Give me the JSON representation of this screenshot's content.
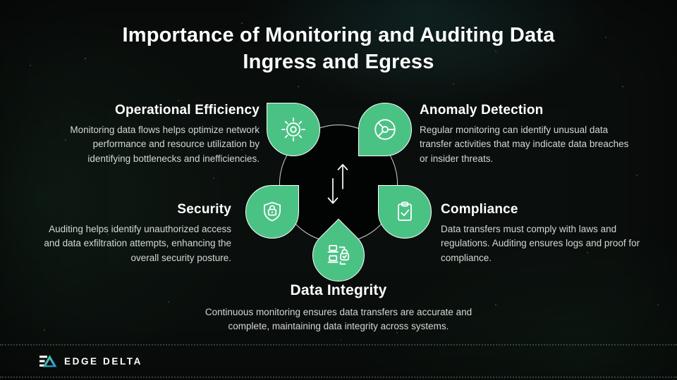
{
  "title": {
    "full": "Importance of Monitoring and Auditing Data Ingress and Egress",
    "lines": [
      "Importance of Monitoring and Auditing Data",
      "Ingress and Egress"
    ]
  },
  "sections": [
    {
      "id": "operational-efficiency",
      "heading": "Operational Efficiency",
      "icon": "gear-sun-icon",
      "body": "Monitoring data flows helps optimize network performance and resource utilization by identifying bottlenecks and inefficiencies."
    },
    {
      "id": "anomaly-detection",
      "heading": "Anomaly Detection",
      "icon": "radar-wheel-icon",
      "body": "Regular monitoring can identify unusual data transfer activities that may indicate data breaches or insider threats."
    },
    {
      "id": "security",
      "heading": "Security",
      "icon": "shield-lock-icon",
      "body": "Auditing helps identify unauthorized access and data exfiltration attempts, enhancing the overall security posture."
    },
    {
      "id": "compliance",
      "heading": "Compliance",
      "icon": "clipboard-check-icon",
      "body": "Data transfers must comply with laws and regulations. Auditing ensures logs and proof for compliance."
    },
    {
      "id": "data-integrity",
      "heading": "Data Integrity",
      "icon": "devices-lock-icon",
      "body": "Continuous monitoring ensures data transfers are accurate and complete, maintaining data integrity across systems."
    }
  ],
  "diagram": {
    "center_icons": [
      "arrow-up-icon",
      "arrow-down-icon"
    ]
  },
  "footer": {
    "brand": "EDGE DELTA"
  },
  "colors": {
    "background": "#0A0E0C",
    "accent_green": "#4AC284",
    "circle_fill": "#020403",
    "text_primary": "#FFFFFF",
    "text_secondary": "#D2D9D5",
    "logo_gradient_start": "#52D98F",
    "logo_gradient_end": "#2E8FE0"
  }
}
